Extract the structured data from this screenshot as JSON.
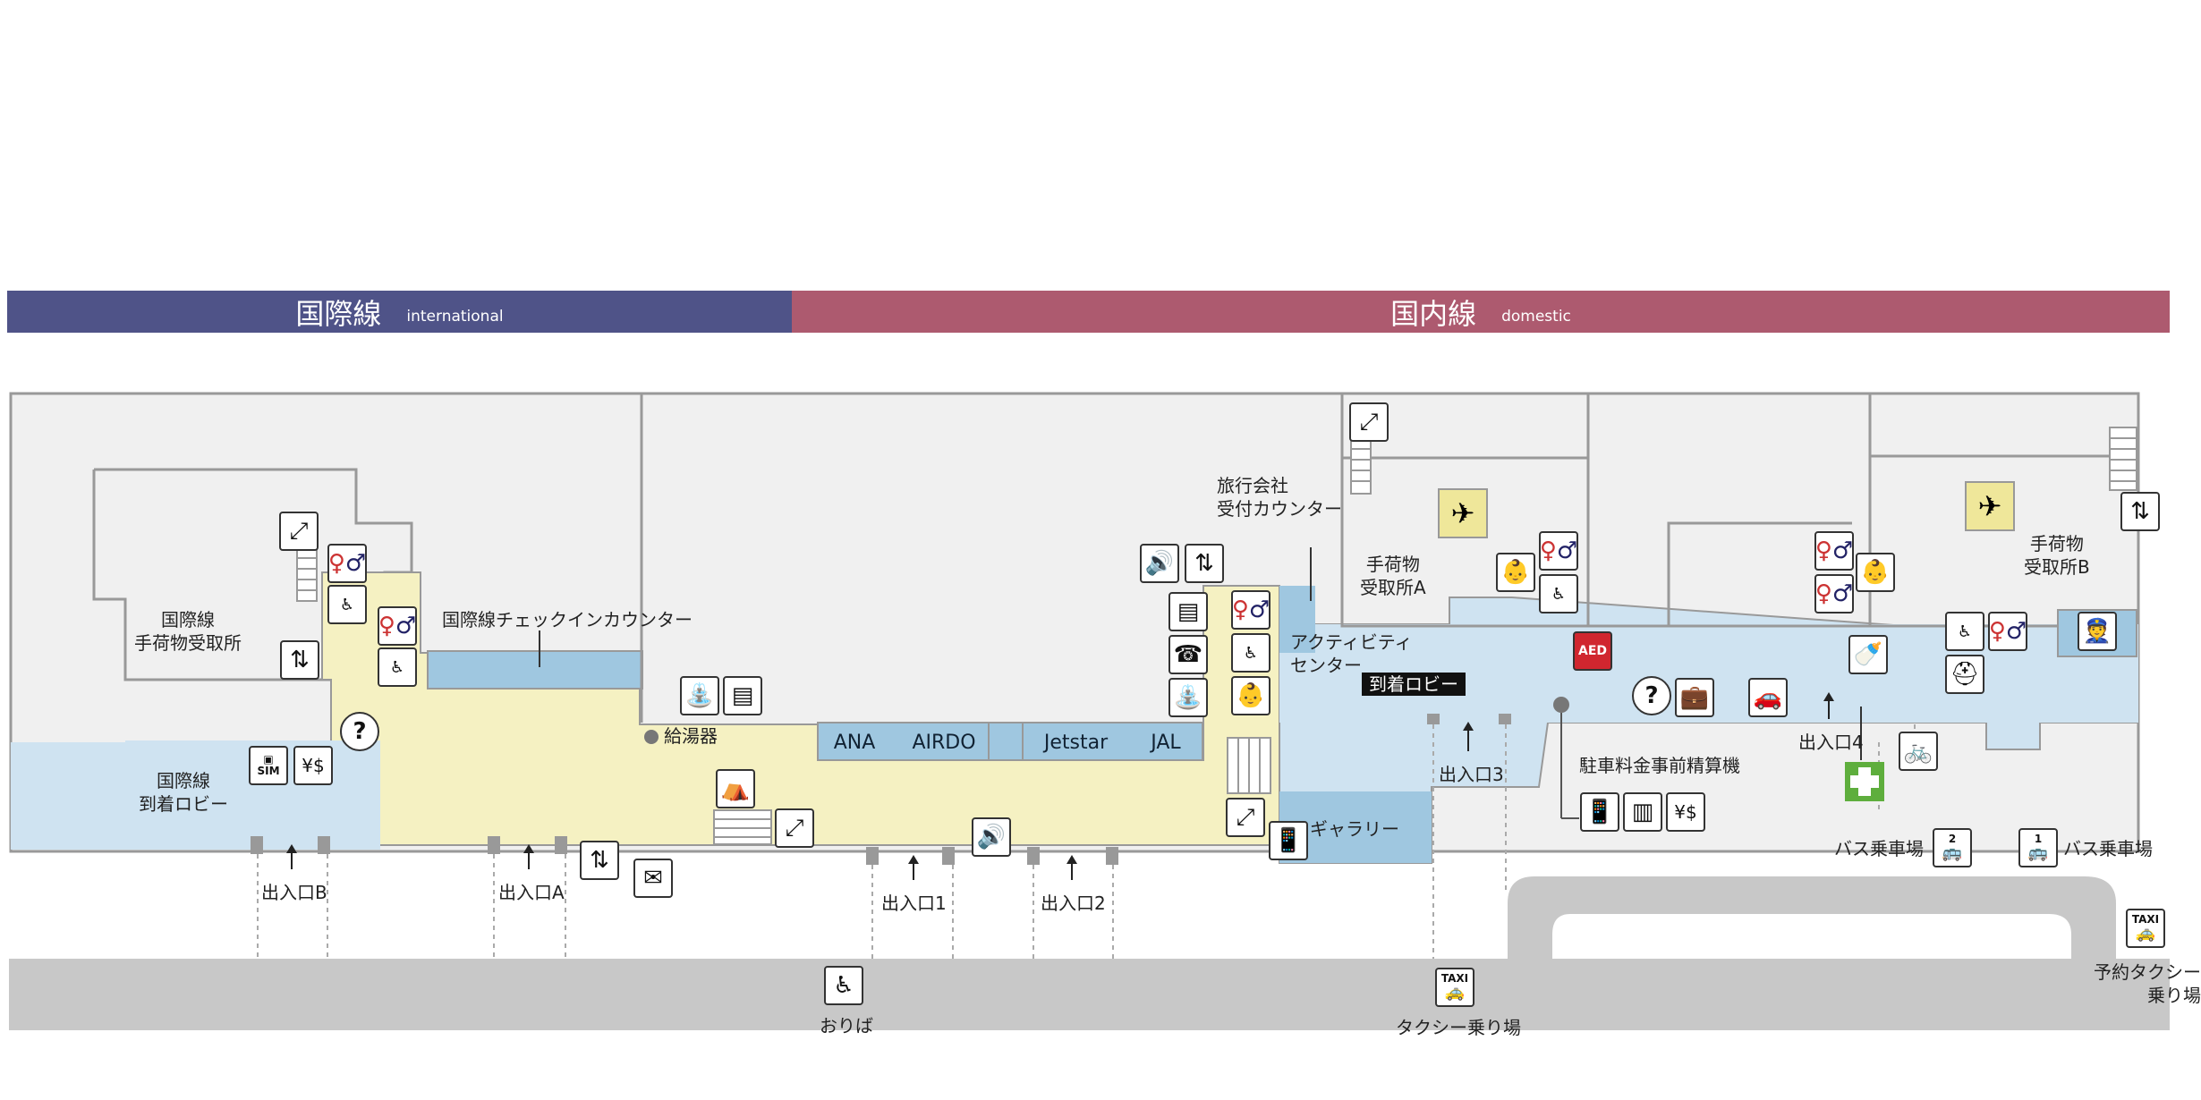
{
  "header": {
    "international": {
      "label": "国際線",
      "sub": "international",
      "color": "#4f5388"
    },
    "domestic": {
      "label": "国内線",
      "sub": "domestic",
      "color": "#ad5a6f"
    }
  },
  "colors": {
    "wall": "#f0f0f0",
    "lobby": "#cfe3f1",
    "yellow_zone": "#f5f1c2",
    "counter": "#9fc7e0",
    "road": "#c8c8c8",
    "outline": "#999999"
  },
  "areas": {
    "intl_baggage": "国際線\n手荷物受取所",
    "intl_checkin": "国際線チェックインカウンター",
    "intl_arrival": "国際線\n到着ロビー",
    "hot_water": "給湯器",
    "travel_agency": "旅行会社\n受付カウンター",
    "baggage_a": "手荷物\n受取所A",
    "baggage_b": "手荷物\n受取所B",
    "activity": "アクティビティ\nセンター",
    "arrival_lobby": "到着ロビー",
    "gallery": "ギャラリー",
    "parking_pay": "駐車料金事前精算機",
    "bus_2": "バス乗車場",
    "bus_1": "バス乗車場",
    "reserved_taxi": "予約タクシー\n乗り場",
    "taxi": "タクシー乗り場",
    "dropoff": "おりば"
  },
  "counters": [
    "ANA",
    "AIRDO",
    "Jetstar",
    "JAL"
  ],
  "entrances": [
    "出入口B",
    "出入口A",
    "出入口1",
    "出入口2",
    "出入口3",
    "出入口4"
  ],
  "icons": {
    "aed": "AED",
    "taxi": "TAXI",
    "sim": "SIM",
    "bus_2_num": "2",
    "bus_1_num": "1"
  }
}
